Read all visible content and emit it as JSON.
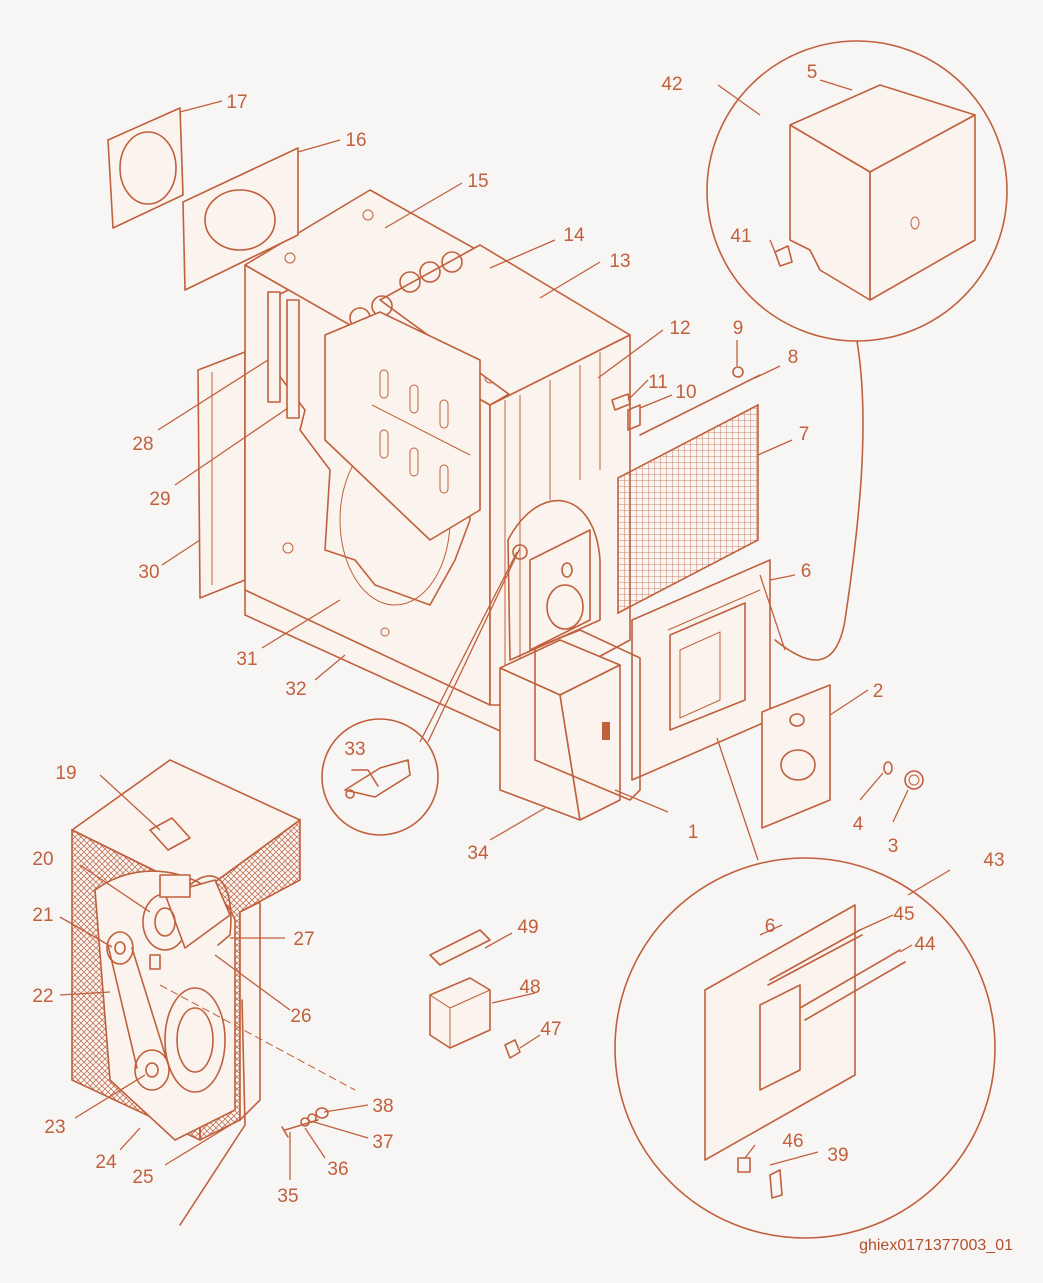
{
  "callouts": [
    {
      "id": "c1",
      "text": "1"
    },
    {
      "id": "c2",
      "text": "2"
    },
    {
      "id": "c3",
      "text": "3"
    },
    {
      "id": "c4",
      "text": "4"
    },
    {
      "id": "c5",
      "text": "5"
    },
    {
      "id": "c6",
      "text": "6"
    },
    {
      "id": "c6b",
      "text": "6"
    },
    {
      "id": "c7",
      "text": "7"
    },
    {
      "id": "c8",
      "text": "8"
    },
    {
      "id": "c9",
      "text": "9"
    },
    {
      "id": "c10",
      "text": "10"
    },
    {
      "id": "c11",
      "text": "11"
    },
    {
      "id": "c12",
      "text": "12"
    },
    {
      "id": "c13",
      "text": "13"
    },
    {
      "id": "c14",
      "text": "14"
    },
    {
      "id": "c15",
      "text": "15"
    },
    {
      "id": "c16",
      "text": "16"
    },
    {
      "id": "c17",
      "text": "17"
    },
    {
      "id": "c19",
      "text": "19"
    },
    {
      "id": "c20",
      "text": "20"
    },
    {
      "id": "c21",
      "text": "21"
    },
    {
      "id": "c22",
      "text": "22"
    },
    {
      "id": "c23",
      "text": "23"
    },
    {
      "id": "c24",
      "text": "24"
    },
    {
      "id": "c25",
      "text": "25"
    },
    {
      "id": "c26",
      "text": "26"
    },
    {
      "id": "c27",
      "text": "27"
    },
    {
      "id": "c28",
      "text": "28"
    },
    {
      "id": "c29",
      "text": "29"
    },
    {
      "id": "c30",
      "text": "30"
    },
    {
      "id": "c31",
      "text": "31"
    },
    {
      "id": "c32",
      "text": "32"
    },
    {
      "id": "c33",
      "text": "33"
    },
    {
      "id": "c34",
      "text": "34"
    },
    {
      "id": "c35",
      "text": "35"
    },
    {
      "id": "c36",
      "text": "36"
    },
    {
      "id": "c37",
      "text": "37"
    },
    {
      "id": "c38",
      "text": "38"
    },
    {
      "id": "c39",
      "text": "39"
    },
    {
      "id": "c41",
      "text": "41"
    },
    {
      "id": "c42",
      "text": "42"
    },
    {
      "id": "c43",
      "text": "43"
    },
    {
      "id": "c44",
      "text": "44"
    },
    {
      "id": "c45",
      "text": "45"
    },
    {
      "id": "c46",
      "text": "46"
    },
    {
      "id": "c47",
      "text": "47"
    },
    {
      "id": "c48",
      "text": "48"
    },
    {
      "id": "c49",
      "text": "49"
    }
  ],
  "drawing_code": "ghiex0171377003_01",
  "colors": {
    "line": "#c0603c",
    "background": "#f8f6f5",
    "text": "#c0603c"
  }
}
